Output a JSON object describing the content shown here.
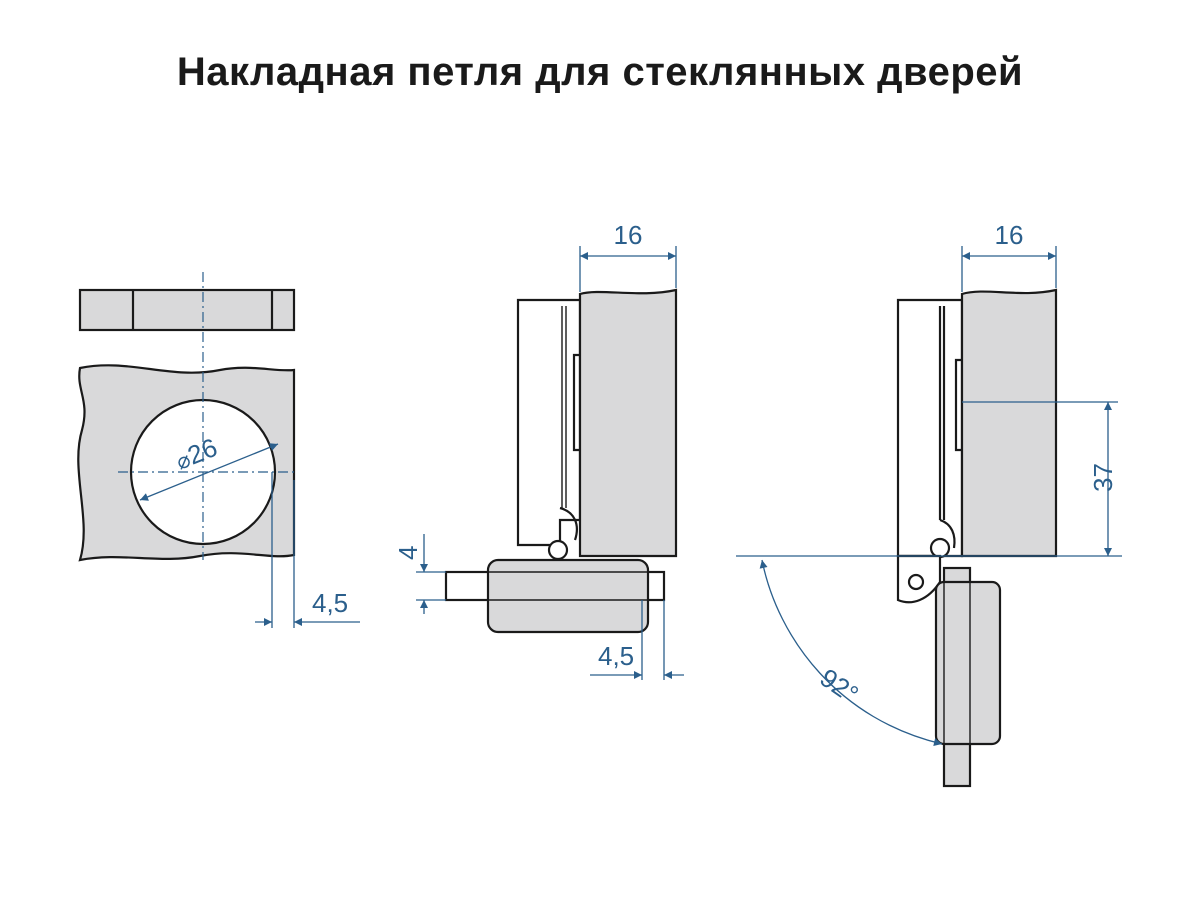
{
  "title": "Накладная петля для стеклянных дверей",
  "dimensions": {
    "cup_diameter": "26",
    "cup_edge_offset": "4,5",
    "overlay_thickness": "4",
    "overlay_offset": "4,5",
    "door_width_1": "16",
    "door_width_2": "16",
    "hinge_height": "37",
    "opening_angle": "92°"
  },
  "colors": {
    "dimension": "#2b5f8c",
    "part_fill": "#d9d9da",
    "outline": "#1a1a1a"
  }
}
